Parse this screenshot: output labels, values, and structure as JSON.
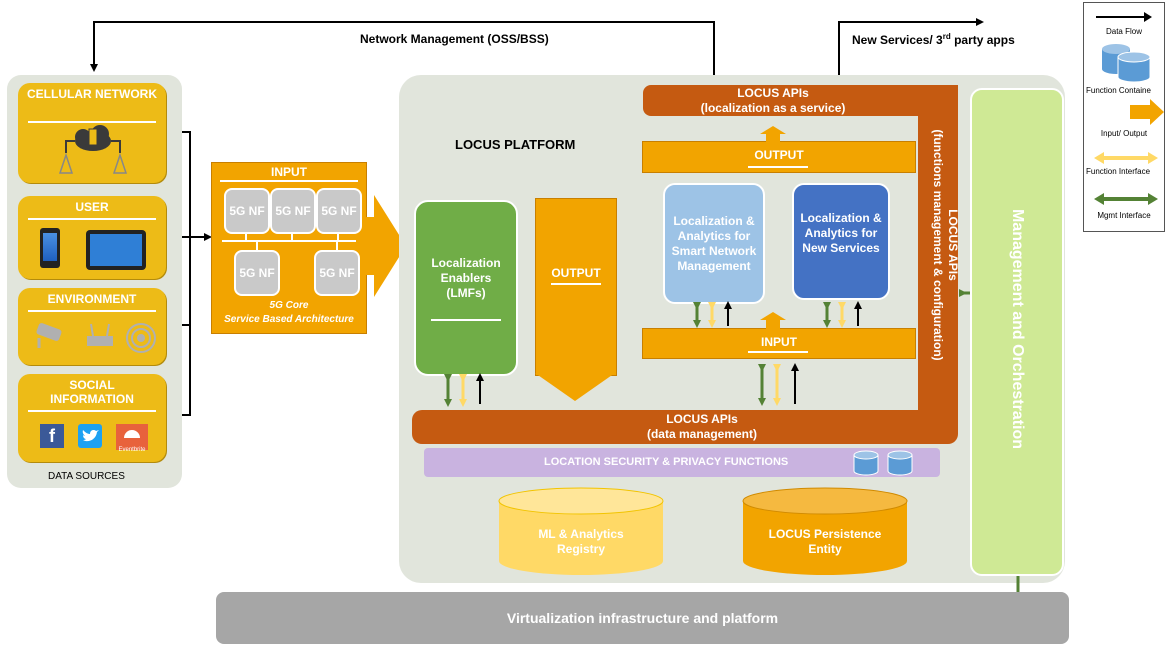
{
  "top_labels": {
    "network_management": "Network Management (OSS/BSS)",
    "new_services_prefix": "New Services/ 3",
    "new_services_sup": "rd",
    "new_services_suffix": " party apps"
  },
  "data_sources": {
    "footer": "DATA SOURCES",
    "items": [
      {
        "title": "CELLULAR NETWORK"
      },
      {
        "title": "USER"
      },
      {
        "title": "ENVIRONMENT"
      },
      {
        "title": "SOCIAL INFORMATION",
        "logo_text": "Eventbrite"
      }
    ]
  },
  "core": {
    "input_label": "INPUT",
    "nf_label": "5G NF",
    "caption_line1": "5G Core",
    "caption_line2": "Service Based Architecture"
  },
  "platform": {
    "title": "LOCUS PLATFORM",
    "lmf": "Localization Enablers (LMFs)",
    "lmf_line1": "Localization",
    "lmf_line2": "Enablers",
    "lmf_line3": "(LMFs)",
    "output_left": "OUTPUT",
    "output_top": "OUTPUT",
    "input_inner": "INPUT",
    "smart_network": {
      "l1": "Localization &",
      "l2": "Analytics for",
      "l3": "Smart Network",
      "l4": "Management"
    },
    "new_services": {
      "l1": "Localization &",
      "l2": "Analytics for",
      "l3": "New Services"
    },
    "apis_top": {
      "l1": "LOCUS APIs",
      "l2": "(localization as a service)"
    },
    "apis_bottom": {
      "l1": "LOCUS APIs",
      "l2": "(data management)"
    },
    "apis_side": {
      "l1": "LOCUS APIs",
      "l2": "(functions management & configuration)"
    },
    "security": "LOCATION SECURITY & PRIVACY FUNCTIONS",
    "ml_registry": {
      "l1": "ML & Analytics",
      "l2": "Registry"
    },
    "persistence": {
      "l1": "LOCUS Persistence",
      "l2": "Entity"
    }
  },
  "mano": "Management and Orchestration",
  "virtualization": "Virtualization  infrastructure  and platform",
  "legend": {
    "data_flow": "Data Flow",
    "function_container": "Function Containe",
    "input_output": "Input/ Output",
    "function_interface": "Function Interface",
    "mgmt_interface": "Mgmt Interface"
  },
  "colors": {
    "orange": "#f2a400",
    "dark_orange": "#c55a11",
    "green": "#70ad47",
    "light_green": "#cfe995",
    "blue_light": "#9dc3e6",
    "blue_dark": "#4472c4",
    "purple": "#c9b3e0",
    "gray": "#a6a6a6",
    "yellow_src": "#edbb17"
  }
}
